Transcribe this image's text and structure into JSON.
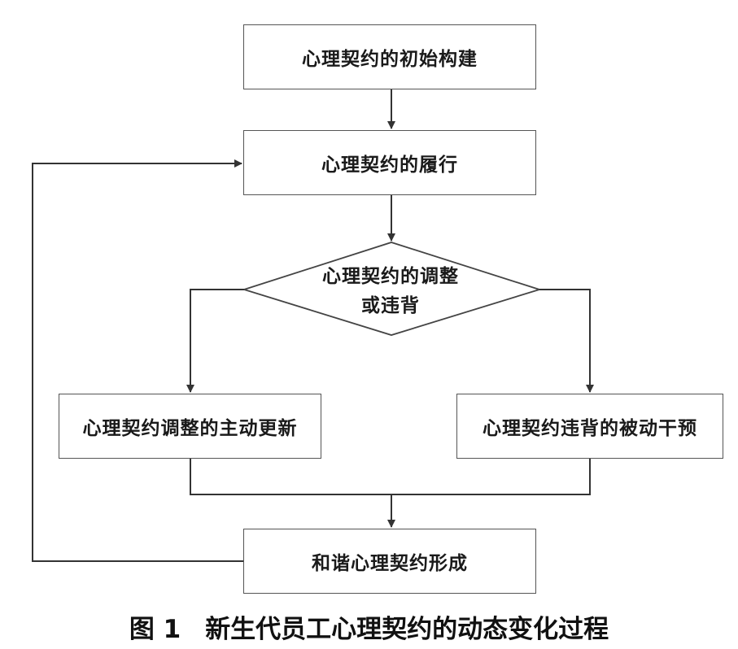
{
  "nodes": {
    "start": "心理契约的初始构建",
    "perform": "心理契约的履行",
    "decision_line1": "心理契约的调整",
    "decision_line2": "或违背",
    "active": "心理契约调整的主动更新",
    "passive": "心理契约违背的被动干预",
    "result": "和谐心理契约形成"
  },
  "caption": {
    "number": "图 1",
    "title": "新生代员工心理契约的动态变化过程"
  },
  "colors": {
    "line": "#333333",
    "border": "#555555",
    "text": "#1a1a1a"
  }
}
